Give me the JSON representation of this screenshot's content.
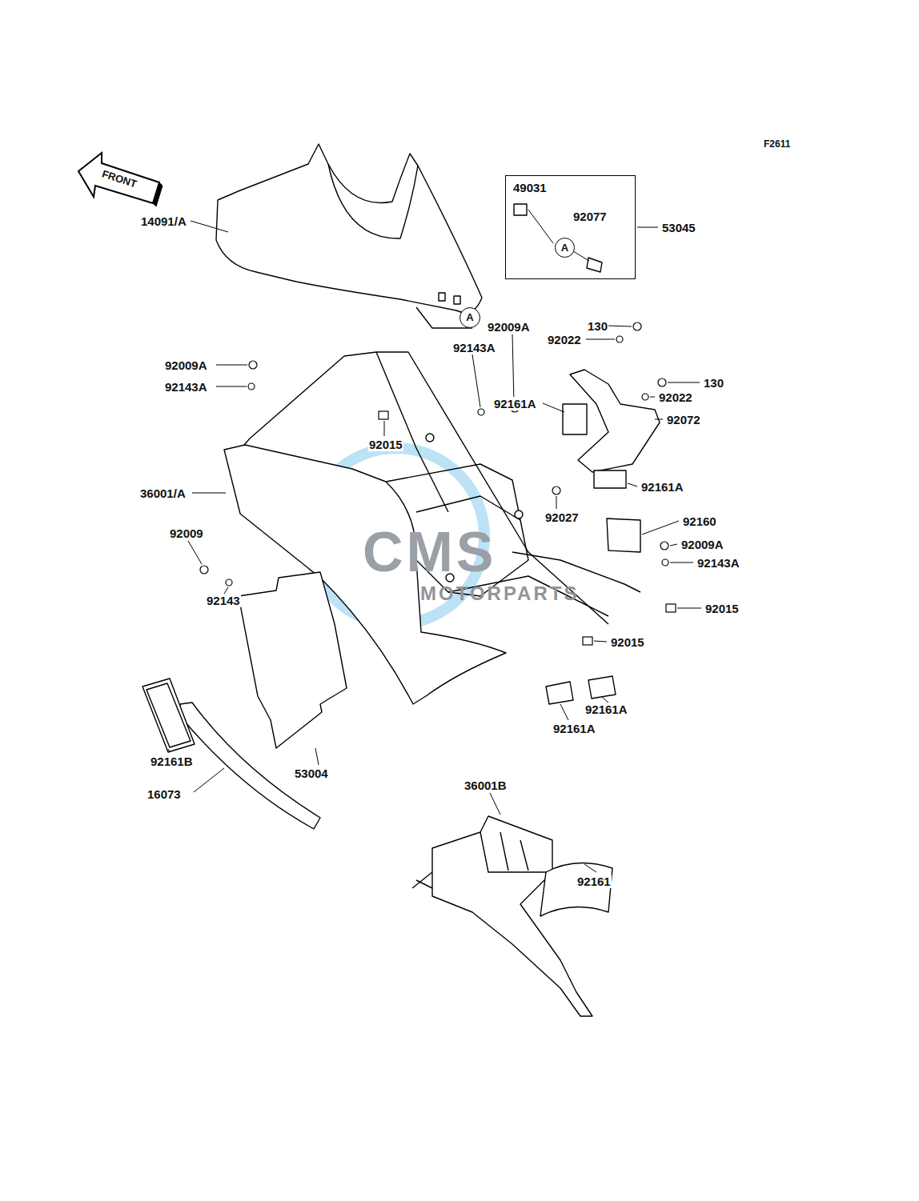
{
  "diagram": {
    "nodes": [
      {
        "text": [
          "49031",
          "92077"
        ]
      },
      {
        "text": [
          "A"
        ],
        "in": 0
      },
      {
        "text": [
          "A"
        ]
      },
      {
        "text": [
          "FRONT"
        ]
      }
    ],
    "labels": [
      "F2611",
      "53045",
      "14091/A",
      "130",
      "92022",
      "92009A",
      "92143A",
      "92009A",
      "92143A",
      "92161A",
      "130",
      "92022",
      "92072",
      "92015",
      "36001/A",
      "92161A",
      "92027",
      "92160",
      "92009",
      "92009A",
      "92143A",
      "92143",
      "92015",
      "92015",
      "92161A",
      "92161A",
      "92161B",
      "53004",
      "16073",
      "36001B",
      "92161",
      "CMS",
      "MOTORPARTS"
    ]
  }
}
